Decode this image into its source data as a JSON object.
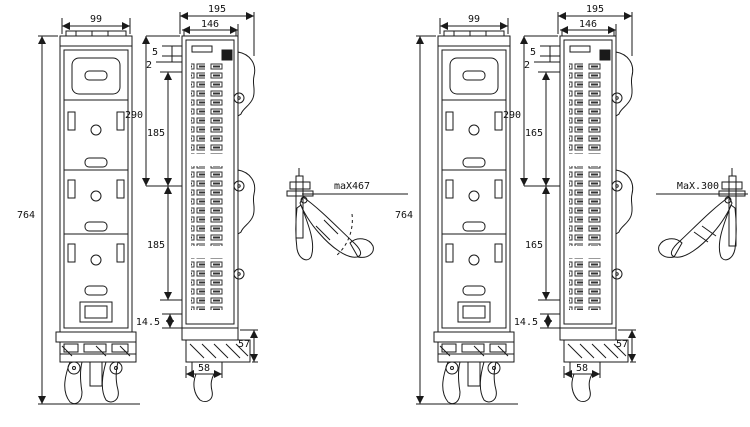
{
  "drawing": {
    "background": "#ffffff",
    "line_color": "#1a1a1a"
  },
  "assemblies": [
    {
      "id": "left-unit",
      "front": {
        "width": "99",
        "height": "764"
      },
      "side": {
        "outer_width": "195",
        "inner_width": "146",
        "offset_a": "5",
        "offset_b": "2",
        "span_top": "290",
        "span_upper": "185",
        "span_lower": "185",
        "base_offset": "14.5",
        "bracket_height": "57",
        "base_width": "58"
      },
      "detail": {
        "label": "maX467"
      }
    },
    {
      "id": "right-unit",
      "front": {
        "width": "99",
        "height": "764"
      },
      "side": {
        "outer_width": "195",
        "inner_width": "146",
        "offset_a": "5",
        "offset_b": "2",
        "span_top": "290",
        "span_upper": "165",
        "span_lower": "165",
        "base_offset": "14.5",
        "bracket_height": "57",
        "base_width": "58"
      },
      "detail": {
        "label": "MaX.300"
      }
    }
  ]
}
